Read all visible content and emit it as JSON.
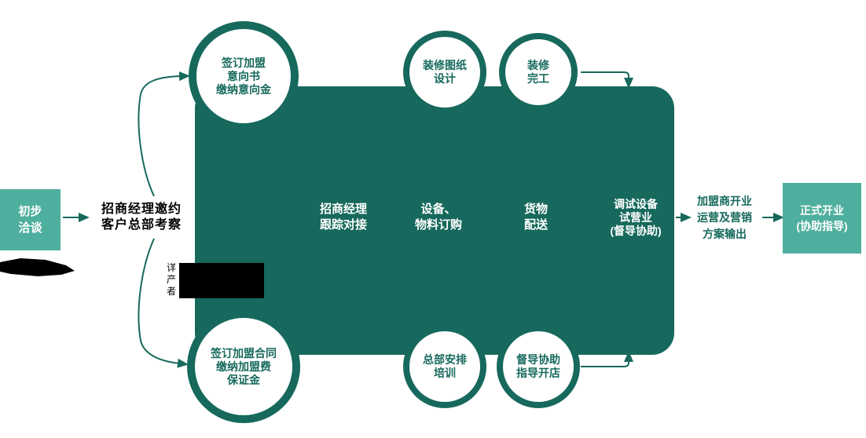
{
  "diagram": {
    "colors": {
      "accent_light": "#4FAF9E",
      "accent_dark": "#16695C",
      "text_black": "#000000",
      "text_white": "#FFFFFF"
    },
    "nodes": {
      "start": {
        "lines": [
          "初步",
          "洽谈"
        ]
      },
      "invite": {
        "lines": [
          "招商经理邀约",
          "客户总部考察"
        ]
      },
      "sign_intent": {
        "lines": [
          "签订加盟",
          "意向书",
          "缴纳意向金"
        ]
      },
      "design": {
        "lines": [
          "装修图纸",
          "设计"
        ]
      },
      "decoration_done": {
        "lines": [
          "装修",
          "完工"
        ]
      },
      "track": {
        "lines": [
          "招商经理",
          "跟踪对接"
        ]
      },
      "order": {
        "lines": [
          "设备、",
          "物料订购"
        ]
      },
      "delivery": {
        "lines": [
          "货物",
          "配送"
        ]
      },
      "trial": {
        "lines": [
          "调试设备",
          "试营业",
          "(督导协助)"
        ]
      },
      "sign_contract": {
        "lines": [
          "签订加盟合同",
          "缴纳加盟费",
          "保证金"
        ]
      },
      "training": {
        "lines": [
          "总部安排",
          "培训"
        ]
      },
      "open_guide": {
        "lines": [
          "督导协助",
          "指导开店"
        ]
      },
      "output": {
        "lines": [
          "加盟商开业",
          "运营及营销",
          "方案输出"
        ]
      },
      "official": {
        "lines": [
          "正式开业",
          "(协助指导)"
        ]
      }
    },
    "annotation": {
      "lines": [
        "详",
        "产",
        "者"
      ]
    }
  }
}
